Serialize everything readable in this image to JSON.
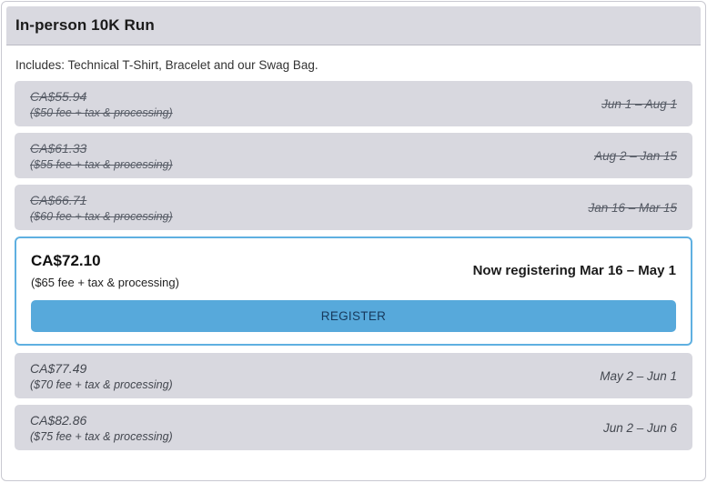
{
  "colors": {
    "accent_blue": "#57a9db",
    "active_card_border": "#5fb0e1",
    "tier_background": "#d8d8df",
    "header_background": "#d9d9e0",
    "register_text": "#17395c"
  },
  "panel": {
    "title": "In-person 10K Run",
    "includes": "Includes: Technical T-Shirt, Bracelet and our Swag Bag."
  },
  "tiers": [
    {
      "price": "CA$55.94",
      "fee_note": "($50 fee + tax & processing)",
      "date_range": "Jun 1 – Aug 1",
      "status": "past"
    },
    {
      "price": "CA$61.33",
      "fee_note": "($55 fee + tax & processing)",
      "date_range": "Aug 2 – Jan 15",
      "status": "past"
    },
    {
      "price": "CA$66.71",
      "fee_note": "($60 fee + tax & processing)",
      "date_range": "Jan 16 – Mar 15",
      "status": "past"
    },
    {
      "price": "CA$72.10",
      "fee_note": "($65 fee + tax & processing)",
      "status": "current",
      "status_label": "Now registering Mar 16 – May 1",
      "register_label": "REGISTER"
    },
    {
      "price": "CA$77.49",
      "fee_note": "($70 fee + tax & processing)",
      "date_range": "May 2 – Jun 1",
      "status": "future"
    },
    {
      "price": "CA$82.86",
      "fee_note": "($75 fee + tax & processing)",
      "date_range": "Jun 2 – Jun 6",
      "status": "future"
    }
  ]
}
